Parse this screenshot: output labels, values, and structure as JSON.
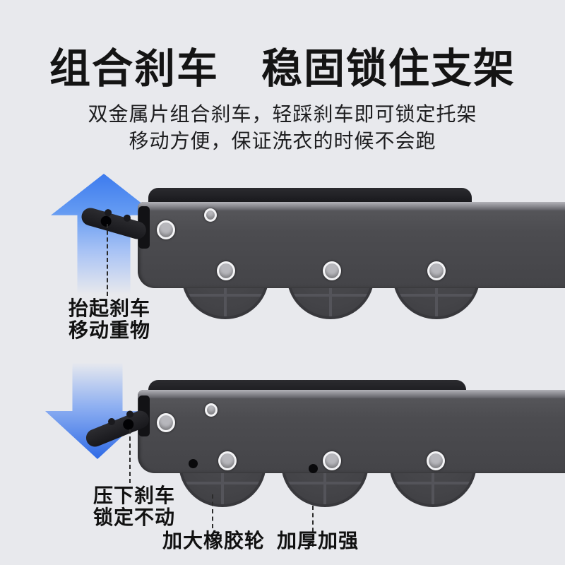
{
  "page": {
    "background_color": "#e8e9ed",
    "accent_blue": "#2e6ae6",
    "product_dark_gray": "#4c4c50",
    "pad_black": "#1a1a1e",
    "text_color": "#141414"
  },
  "header": {
    "title": "组合刹车　稳固锁住支架",
    "subtitle_line1": "双金属片组合刹车，轻踩刹车即可锁定托架",
    "subtitle_line2": "移动方便，保证洗衣的时候不会跑"
  },
  "figure_released": {
    "arrow_icon": "arrow-up-icon",
    "arrow_meaning": "brake lifted up",
    "label_line1": "抬起刹车",
    "label_line2": "移动重物"
  },
  "figure_locked": {
    "arrow_icon": "arrow-down-icon",
    "arrow_meaning": "brake pressed down",
    "label_line1": "压下刹车",
    "label_line2": "锁定不动"
  },
  "footer_callouts": {
    "wheel_label": "加大橡胶轮",
    "strength_label": "加厚加强"
  }
}
